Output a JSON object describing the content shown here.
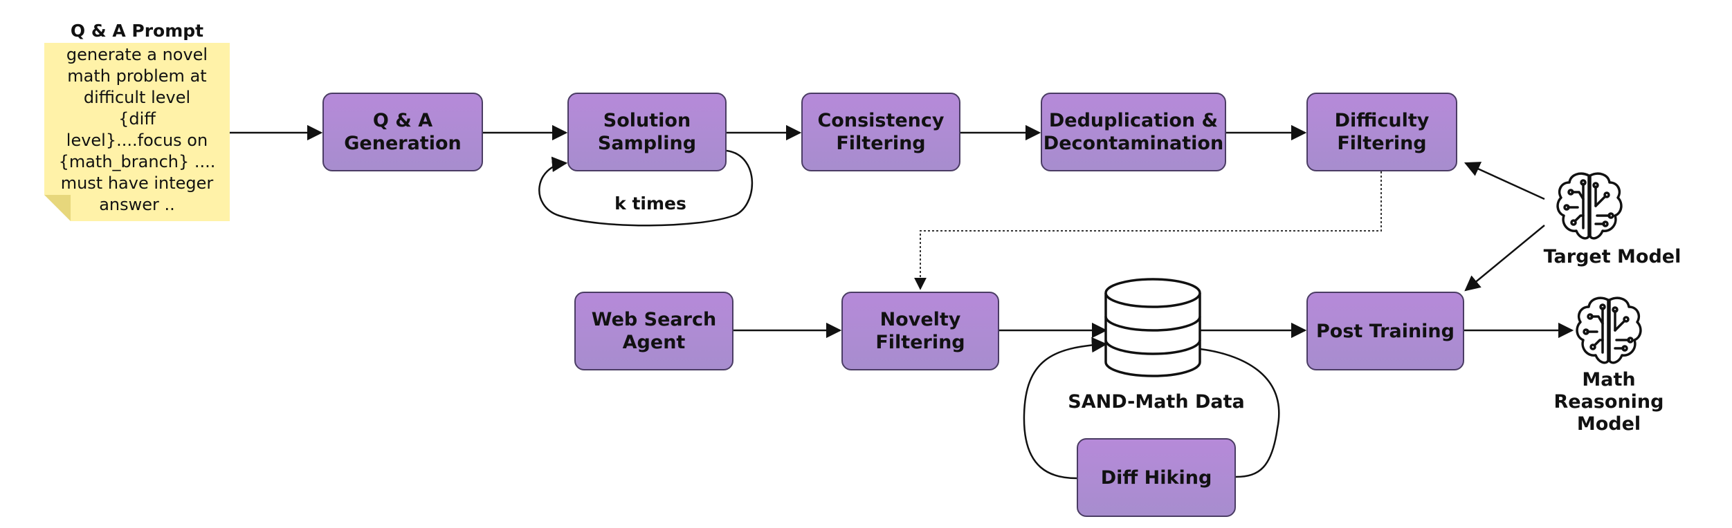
{
  "prompt_note": {
    "title": "Q & A Prompt",
    "text": "generate a novel\nmath problem at\ndifficult level\n{diff\nlevel}....focus on\n{math_branch} ....\nmust have integer\nanswer .."
  },
  "boxes": {
    "qa_generation": "Q & A\nGeneration",
    "solution_sampling": "Solution\nSampling",
    "consistency_filtering": "Consistency\nFiltering",
    "dedup_decontam": "Deduplication &\nDecontamination",
    "difficulty_filtering": "Difficulty\nFiltering",
    "web_search_agent": "Web Search\nAgent",
    "novelty_filtering": "Novelty\nFiltering",
    "post_training": "Post Training",
    "diff_hiking": "Diff Hiking"
  },
  "labels": {
    "k_times": "k times",
    "sand_math_data": "SAND-Math Data",
    "target_model": "Target Model",
    "math_reasoning_model": "Math\nReasoning\nModel"
  },
  "icons": {
    "target_model": "brain-circuit-icon",
    "math_reasoning_model": "brain-circuit-icon",
    "dataset": "database-icon"
  },
  "colors": {
    "box_fill": "#b68ad9",
    "box_border": "#4a3c63",
    "note_fill": "#fff2a8",
    "line": "#111111"
  }
}
